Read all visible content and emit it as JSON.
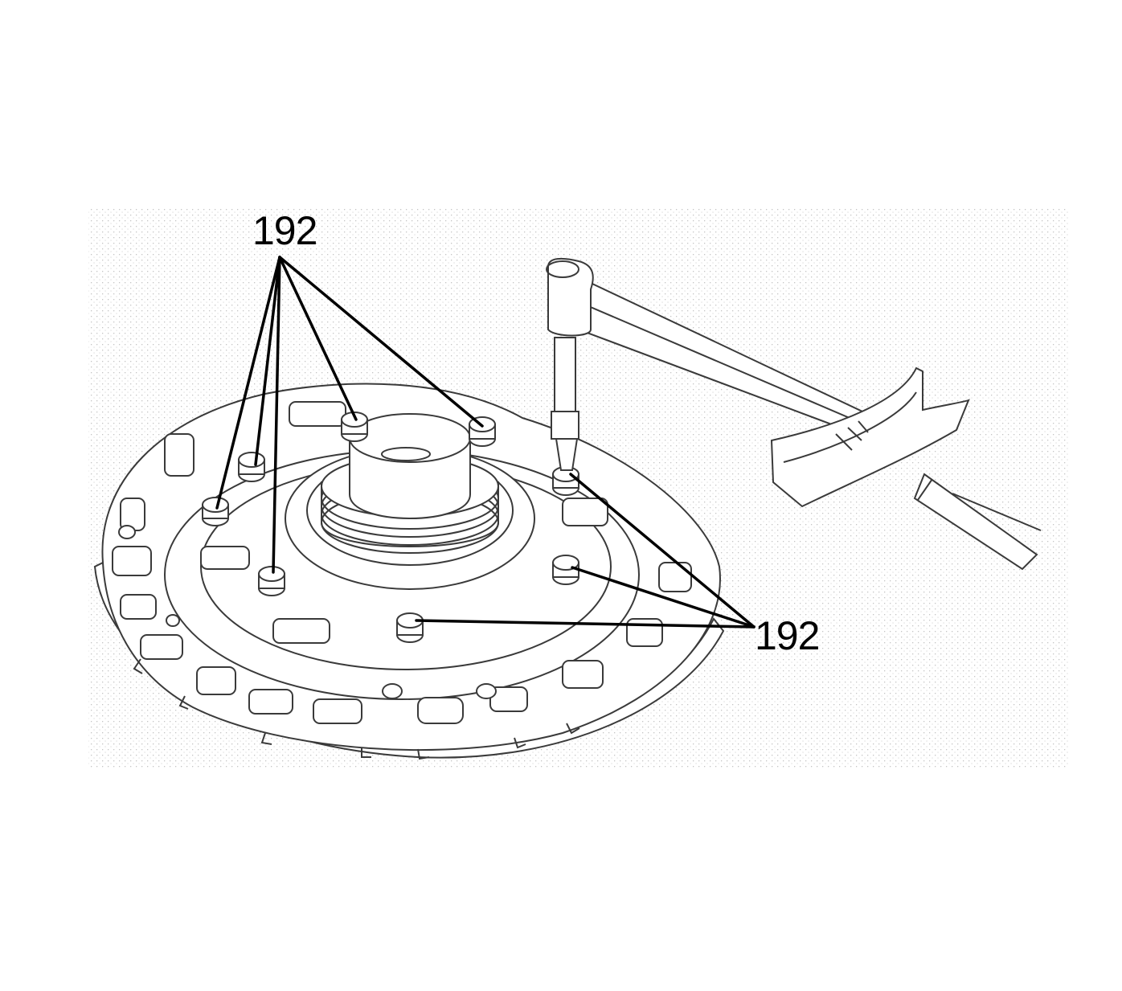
{
  "diagram": {
    "callouts": [
      {
        "id": "top",
        "label": "192",
        "bolt_count": 5
      },
      {
        "id": "right",
        "label": "192",
        "bolt_count": 3
      }
    ],
    "colors": {
      "line": "#000000",
      "drawing": "#3a3a3a",
      "stipple": "#bdbdbd",
      "background": "#ffffff"
    },
    "parts": {
      "main": "pump-cover-assembly",
      "tool": "torque-wrench"
    }
  }
}
